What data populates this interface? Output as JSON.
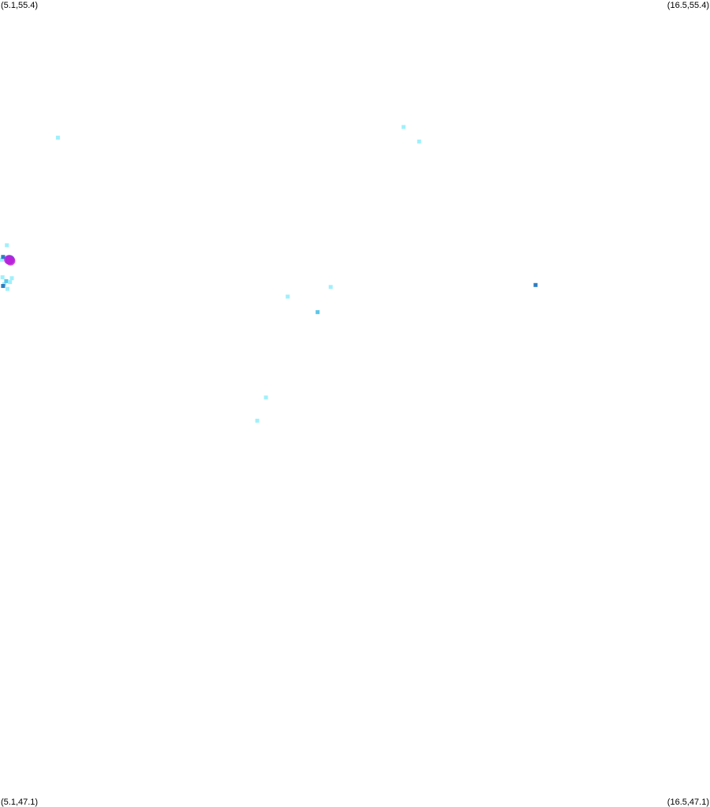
{
  "bounds": {
    "lon_min": 5.1,
    "lon_max": 16.5,
    "lat_min": 47.1,
    "lat_max": 55.4
  },
  "corners": {
    "top_left": "(5.1,55.4)",
    "top_right": "(16.5,55.4)",
    "bottom_left": "(5.1,47.1)",
    "bottom_right": "(16.5,47.1)"
  },
  "colors": {
    "background": "#ffffff",
    "light_cyan": "#9ff0fb",
    "medium_cyan": "#5cc7ea",
    "steel_blue": "#2b7dc2",
    "blue": "#2f5fd0",
    "violet": "#a51fe6",
    "magenta": "#c21fd6"
  },
  "markers": [
    {
      "lon": 6.03,
      "lat": 53.98,
      "shape": "square",
      "color": "light_cyan"
    },
    {
      "lon": 11.58,
      "lat": 54.09,
      "shape": "square",
      "color": "light_cyan"
    },
    {
      "lon": 11.83,
      "lat": 53.94,
      "shape": "square",
      "color": "light_cyan"
    },
    {
      "lon": 5.21,
      "lat": 52.87,
      "shape": "square",
      "color": "light_cyan"
    },
    {
      "lon": 5.14,
      "lat": 52.54,
      "shape": "square",
      "color": "light_cyan"
    },
    {
      "lon": 5.17,
      "lat": 52.47,
      "shape": "square",
      "color": "light_cyan"
    },
    {
      "lon": 5.22,
      "lat": 52.42,
      "shape": "square",
      "color": "light_cyan"
    },
    {
      "lon": 5.29,
      "lat": 52.53,
      "shape": "square",
      "color": "light_cyan"
    },
    {
      "lon": 5.13,
      "lat": 52.72,
      "shape": "square",
      "color": "light_cyan"
    },
    {
      "lon": 5.29,
      "lat": 52.73,
      "shape": "square",
      "color": "light_cyan"
    },
    {
      "lon": 5.15,
      "lat": 52.75,
      "shape": "square",
      "color": "steel_blue"
    },
    {
      "lon": 5.15,
      "lat": 52.45,
      "shape": "square",
      "color": "steel_blue"
    },
    {
      "lon": 5.2,
      "lat": 52.5,
      "shape": "square",
      "color": "medium_cyan"
    },
    {
      "lon": 5.26,
      "lat": 52.49,
      "shape": "square",
      "color": "light_cyan"
    },
    {
      "lon": 5.26,
      "lat": 52.72,
      "shape": "circle",
      "color": "blue"
    },
    {
      "lon": 5.24,
      "lat": 52.72,
      "shape": "circle",
      "color": "violet"
    },
    {
      "lon": 5.27,
      "lat": 52.71,
      "shape": "circle",
      "color": "magenta"
    },
    {
      "lon": 9.72,
      "lat": 52.34,
      "shape": "square",
      "color": "light_cyan"
    },
    {
      "lon": 10.41,
      "lat": 52.44,
      "shape": "square",
      "color": "light_cyan"
    },
    {
      "lon": 10.2,
      "lat": 52.18,
      "shape": "square",
      "color": "medium_cyan"
    },
    {
      "lon": 13.7,
      "lat": 52.46,
      "shape": "square",
      "color": "steel_blue"
    },
    {
      "lon": 9.37,
      "lat": 51.3,
      "shape": "square",
      "color": "light_cyan"
    },
    {
      "lon": 9.23,
      "lat": 51.06,
      "shape": "square",
      "color": "light_cyan"
    }
  ]
}
